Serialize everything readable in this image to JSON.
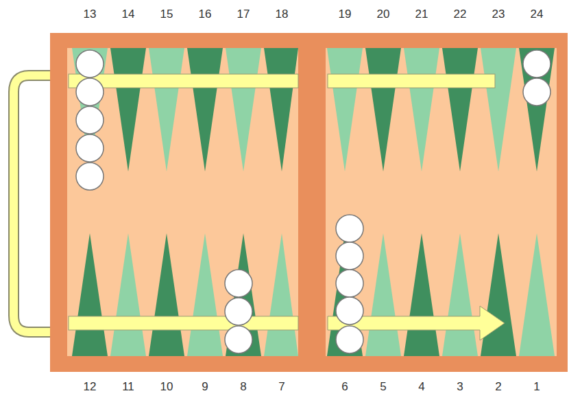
{
  "diagram": {
    "labels": [
      "13",
      "14",
      "15",
      "16",
      "17",
      "18",
      "19",
      "20",
      "21",
      "22",
      "23",
      "24",
      "12",
      "11",
      "10",
      "9",
      "8",
      "7",
      "6",
      "5",
      "4",
      "3",
      "2",
      "1"
    ]
  }
}
